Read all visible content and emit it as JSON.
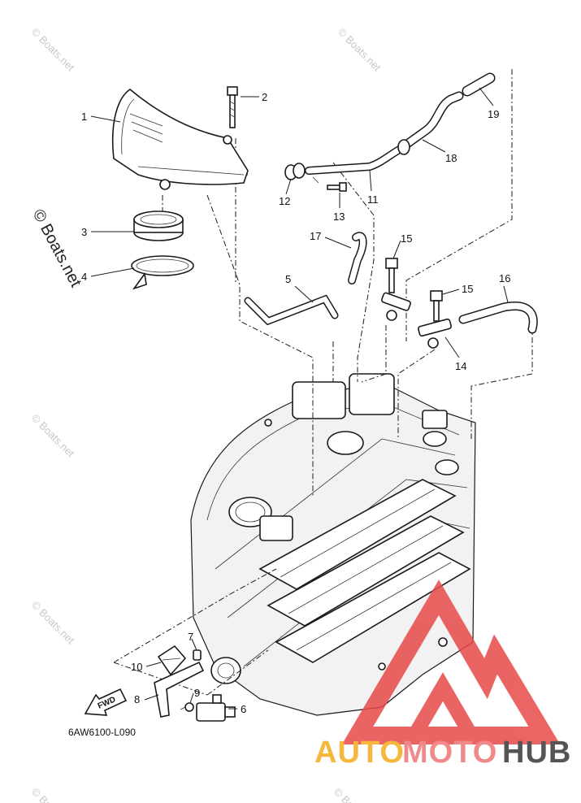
{
  "diagram": {
    "code": "6AW6100-L090",
    "fwd_label": "FWD",
    "callouts": [
      "1",
      "2",
      "3",
      "4",
      "5",
      "6",
      "7",
      "8",
      "9",
      "10",
      "11",
      "12",
      "13",
      "14",
      "15",
      "15",
      "16",
      "17",
      "18",
      "19"
    ]
  },
  "watermarks": {
    "side": "© Boats.net",
    "small": "© Boats.net"
  },
  "brand": {
    "part1": "AUTO",
    "part2": "MOTO",
    "part3": "HUB",
    "colors": {
      "auto": "#f6b73c",
      "moto": "#f08a8a",
      "hub": "#555555",
      "logo": "#e84a4a"
    }
  }
}
